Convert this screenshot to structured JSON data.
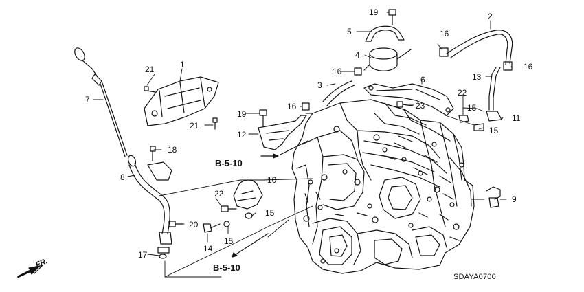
{
  "callouts": {
    "c1": "1",
    "c2": "2",
    "c3": "3",
    "c4": "4",
    "c5": "5",
    "c6": "6",
    "c7": "7",
    "c8": "8",
    "c9": "9",
    "c10": "10",
    "c11": "11",
    "c12": "12",
    "c13": "13",
    "c14": "14",
    "c15a": "15",
    "c15b": "15",
    "c15c": "15",
    "c15d": "15",
    "c16a": "16",
    "c16b": "16",
    "c16c": "16",
    "c16d": "16",
    "c17": "17",
    "c18": "18",
    "c19a": "19",
    "c19b": "19",
    "c20": "20",
    "c21a": "21",
    "c21b": "21",
    "c22a": "22",
    "c22b": "22",
    "c23": "23"
  },
  "references": {
    "upper": "B-5-10",
    "lower": "B-5-10"
  },
  "front_indicator": "FR.",
  "diagram_code": "SDAYA0700"
}
